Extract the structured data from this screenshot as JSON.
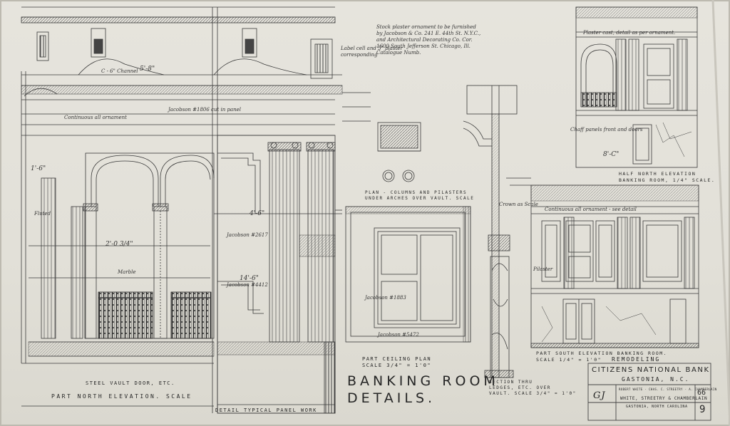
{
  "titles": {
    "main_line1": "BANKING ROOM",
    "main_line2": "DETAILS.",
    "steel_vault": "STEEL VAULT DOOR, ETC.",
    "part_north": "PART NORTH ELEVATION. SCALE",
    "detail_panel": "DETAIL TYPICAL PANEL WORK",
    "part_ceiling": "PART CEILING PLAN",
    "ceiling_scale": "SCALE 3/4\" = 1'0\"",
    "plan_columns": "PLAN - COLUMNS AND PILASTERS",
    "plan_columns_2": "UNDER ARCHES OVER VAULT. SCALE",
    "section_thru": "SECTION THRU",
    "section_thru_2": "LEDGES, ETC. OVER",
    "section_thru_3": "VAULT. SCALE 3/4\" = 1'0\"",
    "half_north": "HALF NORTH ELEVATION",
    "half_north_2": "BANKING ROOM, 1/4\" SCALE.",
    "part_south": "PART SOUTH ELEVATION BANKING ROOM.",
    "part_south_scale": "SCALE 1/4\" = 1'0\""
  },
  "notes": {
    "plaster_ornament": "Stock plaster ornament to be furnished by Jacobson & Co. 241 E. 44th St. N.Y.C., and Architectural Decorating Co. Cor. 1600 South Jefferson St. Chicago, Ill. Catalogue Numb.",
    "label_cell": "Label cell and 5\" plaster corresponding",
    "c6_channel": "C - 6\" Channel",
    "contin_ornament": "Continuous all ornament",
    "marble": "Marble",
    "jacobson_a": "Jacobson #1806 cut in panel",
    "jacobson_b": "Jacobson #2617",
    "jacobson_c": "Jacobson #4412",
    "jacobson_d": "Jacobson #1883",
    "jacobson_e": "Jacobson #5472",
    "grout": "Crown as Scale",
    "half_north_note": "Plaster cast, detail as per ornament.",
    "stud_note": "Chaff panels front and doors",
    "south_note": "Continuous all ornament - see detail",
    "east_pilaster": "Pilaster",
    "fluted": "Fluted",
    "dim_a": "5'-8\"",
    "dim_b": "2'-0 3/4\"",
    "dim_c": "4'-6\"",
    "dim_d": "8'-C\"",
    "dim_e": "1'-6\"",
    "dim_f": "14'-6\""
  },
  "title_block": {
    "subject": "REMODELING",
    "bank": "CITIZENS NATIONAL BANK",
    "city": "GASTONIA, N.C.",
    "architects_small": "ROBERT WHITE · CHAS. C. STREETRY · A. CHAMBERLAIN",
    "architects": "WHITE, STREETRY & CHAMBERLAIN",
    "architects_city": "GASTONIA, NORTH CAROLINA",
    "sheet_code": "66",
    "sheet_num": "9",
    "initials": "GJ"
  }
}
